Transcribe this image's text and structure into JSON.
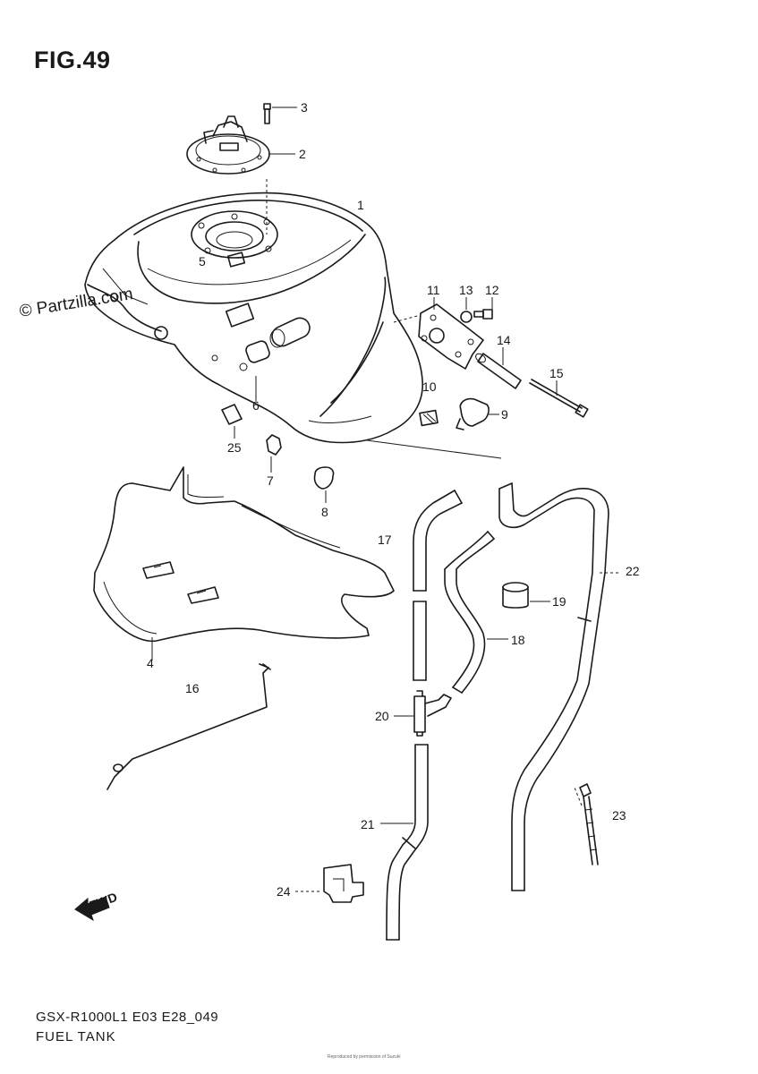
{
  "figure": {
    "title": "FIG.49",
    "watermark": "© Partzilla.com",
    "code": "GSX-R1000L1 E03 E28_049",
    "name": "FUEL TANK",
    "fine_print": "Reproduced by permission of Suzuki"
  },
  "callouts": [
    {
      "id": "c1",
      "label": "1",
      "part": "fuel-tank"
    },
    {
      "id": "c2",
      "label": "2",
      "part": "fuel-pump-plate"
    },
    {
      "id": "c3",
      "label": "3",
      "part": "bolt"
    },
    {
      "id": "c4",
      "label": "4",
      "part": "heat-insulator"
    },
    {
      "id": "c5",
      "label": "5",
      "part": "emblem"
    },
    {
      "id": "c6",
      "label": "6",
      "part": "cushion"
    },
    {
      "id": "c7",
      "label": "7",
      "part": "clip"
    },
    {
      "id": "c8",
      "label": "8",
      "part": "cushion-rubber"
    },
    {
      "id": "c9",
      "label": "9",
      "part": "damper"
    },
    {
      "id": "c10",
      "label": "10",
      "part": "pad"
    },
    {
      "id": "c11",
      "label": "11",
      "part": "bracket"
    },
    {
      "id": "c12",
      "label": "12",
      "part": "bolt"
    },
    {
      "id": "c13",
      "label": "13",
      "part": "nut"
    },
    {
      "id": "c14",
      "label": "14",
      "part": "spacer"
    },
    {
      "id": "c15",
      "label": "15",
      "part": "bolt"
    },
    {
      "id": "c16",
      "label": "16",
      "part": "rod"
    },
    {
      "id": "c17",
      "label": "17",
      "part": "hose"
    },
    {
      "id": "c18",
      "label": "18",
      "part": "hose"
    },
    {
      "id": "c19",
      "label": "19",
      "part": "cap"
    },
    {
      "id": "c20",
      "label": "20",
      "part": "joint"
    },
    {
      "id": "c21",
      "label": "21",
      "part": "hose"
    },
    {
      "id": "c22",
      "label": "22",
      "part": "hose"
    },
    {
      "id": "c23",
      "label": "23",
      "part": "clamp"
    },
    {
      "id": "c24",
      "label": "24",
      "part": "clamp"
    },
    {
      "id": "c25",
      "label": "25",
      "part": "label"
    }
  ],
  "direction_arrow": {
    "label": "FWD"
  }
}
